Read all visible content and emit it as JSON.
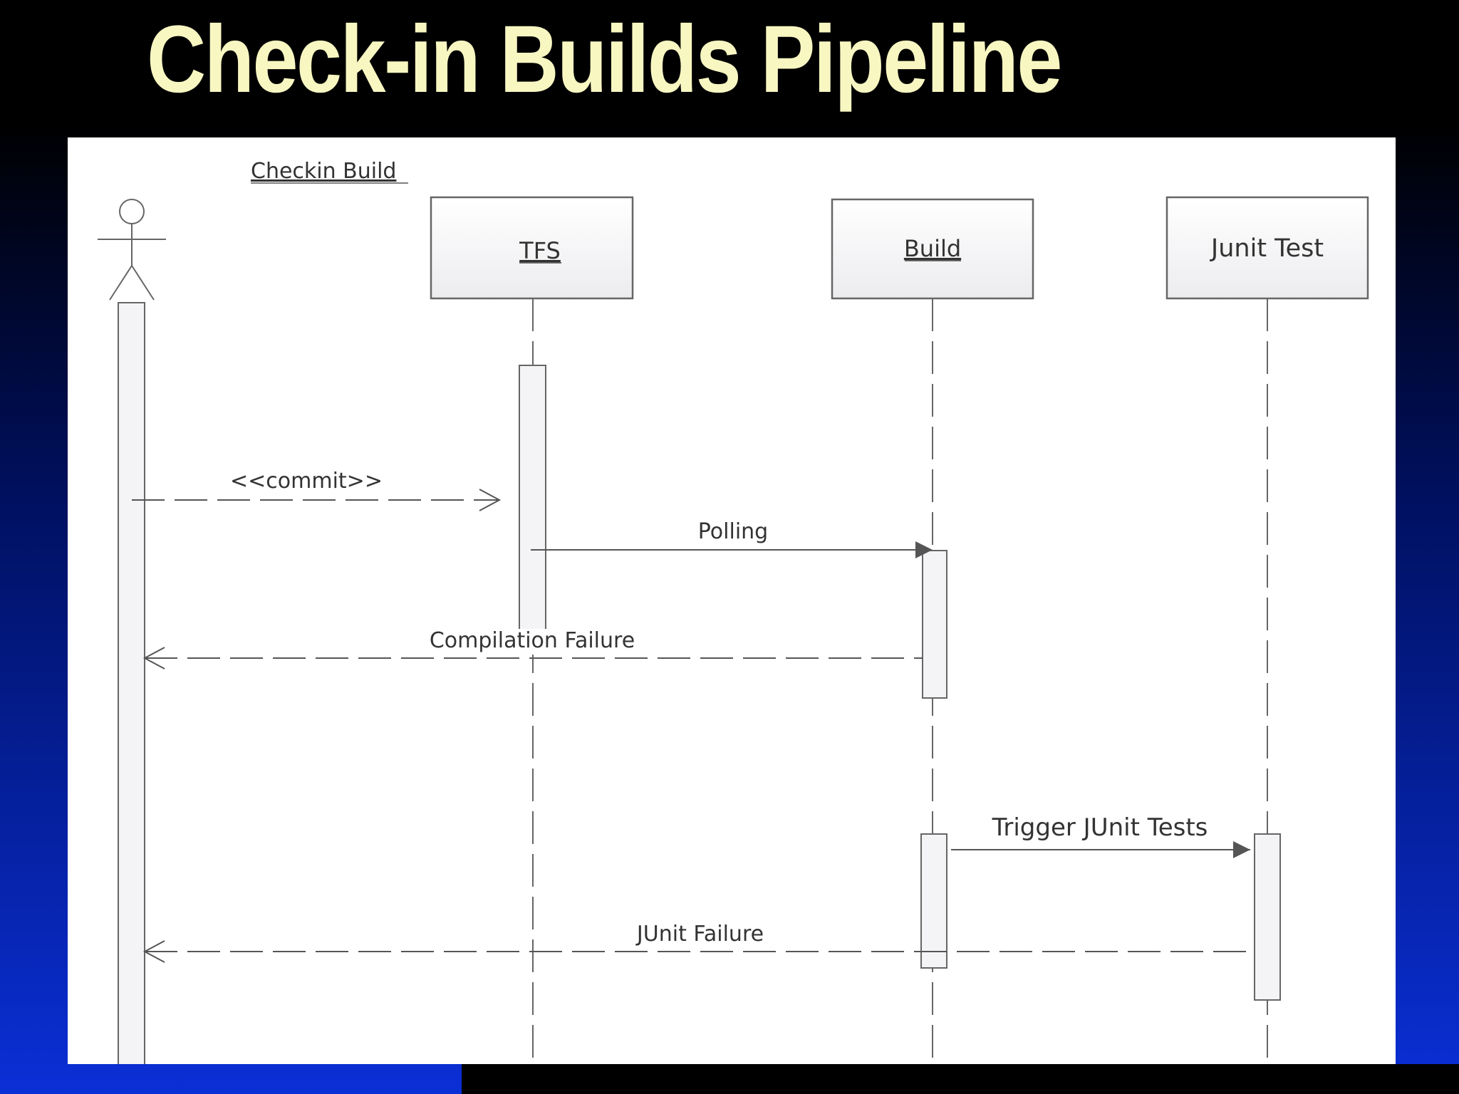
{
  "slide": {
    "title": "Check-in Builds Pipeline"
  },
  "diagram": {
    "frame_label": "Checkin Build",
    "lifelines": [
      {
        "id": "actor",
        "label": ""
      },
      {
        "id": "tfs",
        "label": "TFS"
      },
      {
        "id": "build",
        "label": "Build"
      },
      {
        "id": "junit",
        "label": "Junit Test"
      }
    ],
    "messages": [
      {
        "from": "actor",
        "to": "tfs",
        "label": "<<commit>>",
        "style": "dashed",
        "arrow": "open"
      },
      {
        "from": "tfs",
        "to": "build",
        "label": "Polling",
        "style": "solid",
        "arrow": "filled"
      },
      {
        "from": "build",
        "to": "actor",
        "label": "Compilation Failure",
        "style": "dashed",
        "arrow": "open"
      },
      {
        "from": "build",
        "to": "junit",
        "label": "Trigger JUnit Tests",
        "style": "solid",
        "arrow": "filled"
      },
      {
        "from": "junit",
        "to": "actor",
        "label": "JUnit Failure",
        "style": "dashed",
        "arrow": "open"
      }
    ]
  },
  "colors": {
    "title": "#f8f7c2",
    "line": "#555555",
    "box_fill": "#f4f4f6"
  }
}
